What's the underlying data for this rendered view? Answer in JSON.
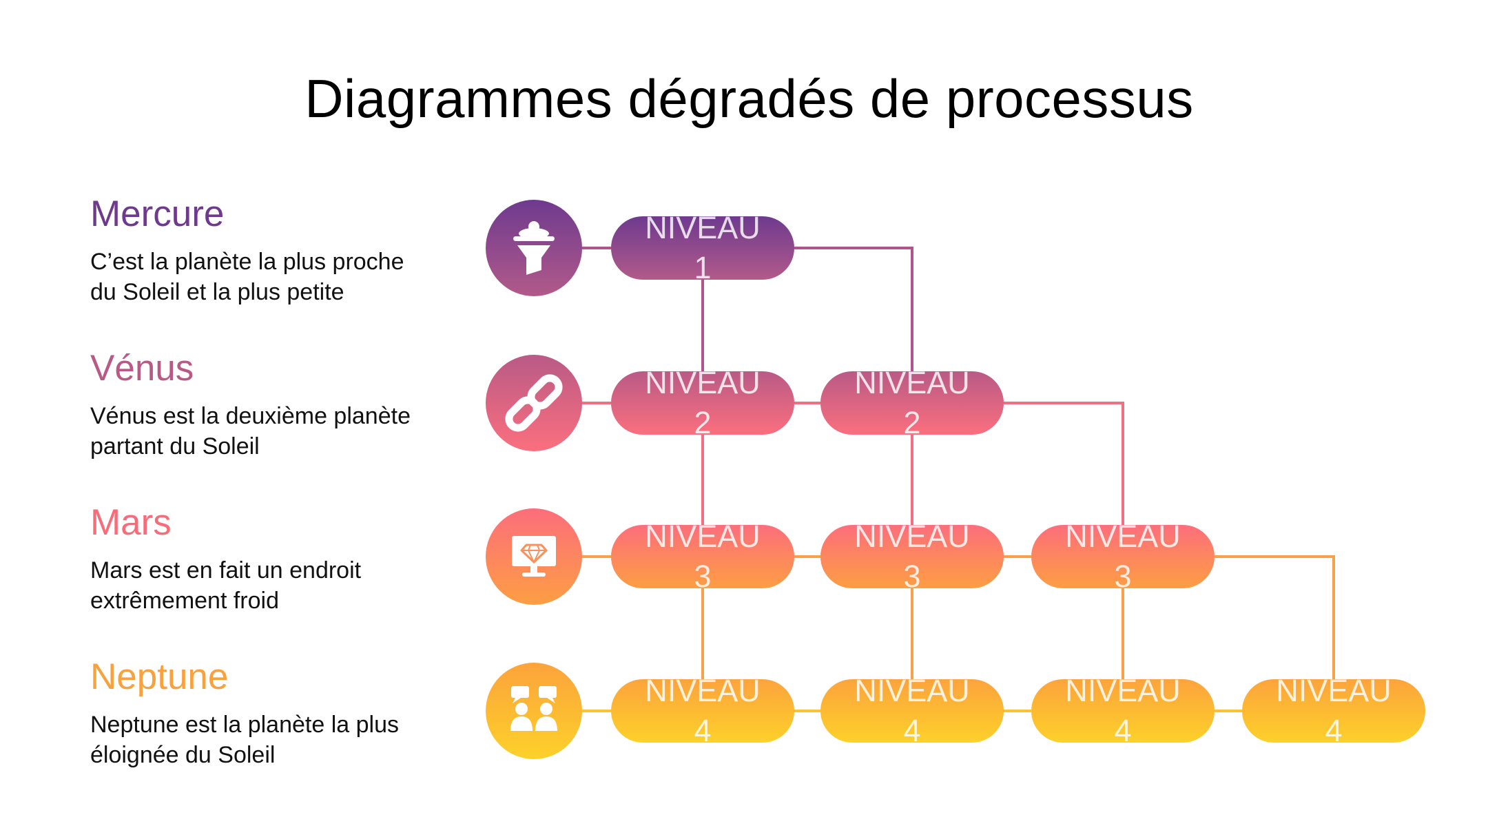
{
  "title": "Diagrammes dégradés de processus",
  "rows": [
    {
      "heading": "Mercure",
      "description": "C’est la planète la plus proche\ndu Soleil et la plus petite",
      "icon": "funnel-icon",
      "color_top": "#6e3a8e",
      "color_bottom": "#b25a8a",
      "line_color": "#b0548a",
      "pill": {
        "line1": "NIVEAU",
        "line2": "1"
      }
    },
    {
      "heading": "Vénus",
      "description": "Vénus est la deuxième planète\npartant du Soleil",
      "icon": "link-icon",
      "color_top": "#b95a86",
      "color_bottom": "#fb6f7e",
      "line_color": "#f07082",
      "pill": {
        "line1": "NIVEAU",
        "line2": "2"
      }
    },
    {
      "heading": "Mars",
      "description": "Mars est en fait un endroit\nextrêmement froid",
      "icon": "monitor-diamond-icon",
      "color_top": "#fc6e7c",
      "color_bottom": "#fd9e43",
      "line_color": "#f8a04a",
      "pill": {
        "line1": "NIVEAU",
        "line2": "3"
      }
    },
    {
      "heading": "Neptune",
      "description": "Neptune est la planète la plus\néloignée du Soleil",
      "icon": "people-chat-icon",
      "color_top": "#fca33c",
      "color_bottom": "#fdd12a",
      "line_color": "#fcc233",
      "pill": {
        "line1": "NIVEAU",
        "line2": "4"
      }
    }
  ],
  "heading_colors": [
    "#6e3a8e",
    "#b95a86",
    "#f66d79",
    "#f9a23d"
  ]
}
